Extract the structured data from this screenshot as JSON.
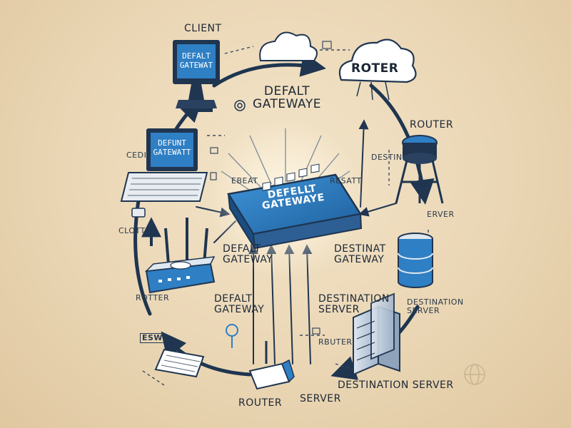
{
  "labels": {
    "client": "CLIENT",
    "router_top": "ROTER",
    "defalt_gatewaye_title": "DEFALT",
    "defalt_gatewaye_title2": "GATEWAYE",
    "router_right": "ROUTER",
    "cedit": "CEDIT",
    "destin": "DESTIN",
    "ebeat": "EBEAT",
    "resatt": "RESATT",
    "erver": "ERVER",
    "clott": "CLOTT",
    "defalt_gateway_mid_1": "DEFALT",
    "defalt_gateway_mid_2": "GATEWAY",
    "destinat_gateway_1": "DESTINAT",
    "destinat_gateway_2": "GATEWAY",
    "rotter": "ROTTER",
    "default_gateway_low_1": "DEFALT",
    "default_gateway_low_2": "GATEWAY",
    "destination_server_mid_1": "DESTINATION",
    "destination_server_mid_2": "SERVER",
    "destination_server_right_1": "DESTINATION",
    "destination_server_right_2": "SERVER",
    "rbuter": "RBUTER",
    "esw": "ESW",
    "router_bottom": "ROUTER",
    "destination_server_bottom_1": "DESTINATION SERVER",
    "destination_server_bottom_2": "SERVER"
  },
  "screens": {
    "monitor_line1": "DEFALT",
    "monitor_line2": "GATEWAT",
    "laptop_line1": "DEFUNT",
    "laptop_line2": "GATEWATT"
  },
  "gateway_box": {
    "line1": "DEFELLT",
    "line2": "GATEWAYE"
  },
  "colors": {
    "background": "#ead6b4",
    "navy": "#1f3550",
    "device_blue": "#2f7fc4",
    "ink": "#1c2735"
  }
}
